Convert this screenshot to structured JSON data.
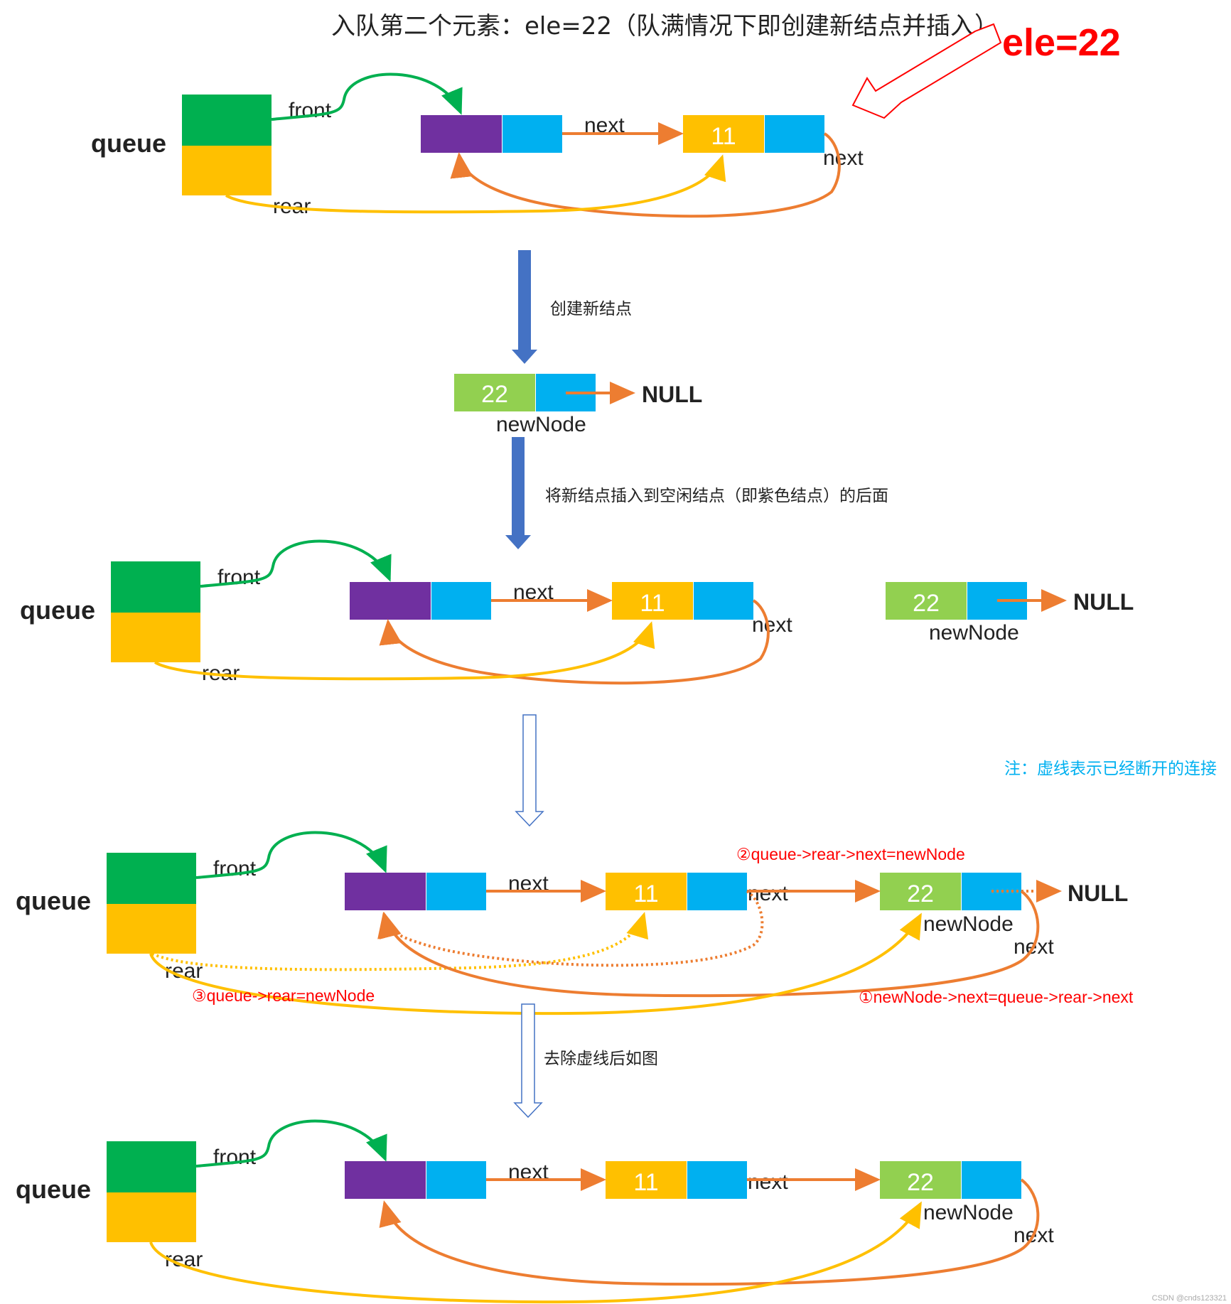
{
  "title": "入队第二个元素：ele=22（队满情况下即创建新结点并插入）",
  "ele_label": "ele=22",
  "queue_label": "queue",
  "front_label": "front",
  "rear_label": "rear",
  "next_label": "next",
  "null_label": "NULL",
  "newnode_label": "newNode",
  "value_11": "11",
  "value_22": "22",
  "step1_caption": "创建新结点",
  "step2_caption": "将新结点插入到空闲结点（即紫色结点）的后面",
  "note": "注：虚线表示已经断开的连接",
  "op1": "①newNode->next=queue->rear->next",
  "op2": "②queue->rear->next=newNode",
  "op3": "③queue->rear=newNode",
  "step4_caption": "去除虚线后如图",
  "watermark": "CSDN @cnds123321",
  "colors": {
    "front_green": "#00b050",
    "rear_yellow": "#ffc000",
    "purple": "#7030a0",
    "blue": "#00b0f0",
    "node_green": "#92d050",
    "arrow_orange": "#ed7d31",
    "arrow_green": "#00b050",
    "arrow_yellow": "#ffc000",
    "step_blue": "#4472c4",
    "red": "#ff0000",
    "note_blue": "#00b0f0"
  }
}
